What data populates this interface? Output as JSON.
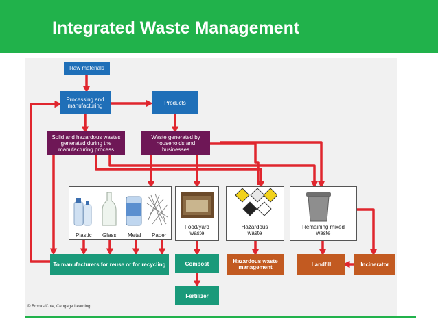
{
  "title": "Integrated Waste Management",
  "diagram": {
    "raw_materials": "Raw materials",
    "processing": "Processing and manufacturing",
    "products": "Products",
    "solid_hazardous": "Solid and hazardous wastes generated during the manufacturing process",
    "household_waste": "Waste generated by households and businesses",
    "recyclables": {
      "plastic": "Plastic",
      "glass": "Glass",
      "metal": "Metal",
      "paper": "Paper"
    },
    "food_yard": "Food/yard waste",
    "hazardous": "Hazardous waste",
    "remaining": "Remaining mixed waste",
    "manufacturers": "To manufacturers for reuse or for recycling",
    "compost": "Compost",
    "hazardous_mgmt": "Hazardous waste management",
    "landfill": "Landfill",
    "incinerator": "Incinerator",
    "fertilizer": "Fertilizer"
  },
  "credit": "© Brooks/Cole, Cengage Learning",
  "colors": {
    "header": "#21b24b",
    "arrow": "#e0262e",
    "process": "#1f6fb8",
    "waste": "#6e1756",
    "reuse": "#1a9a7a",
    "disposal": "#c25a21"
  }
}
